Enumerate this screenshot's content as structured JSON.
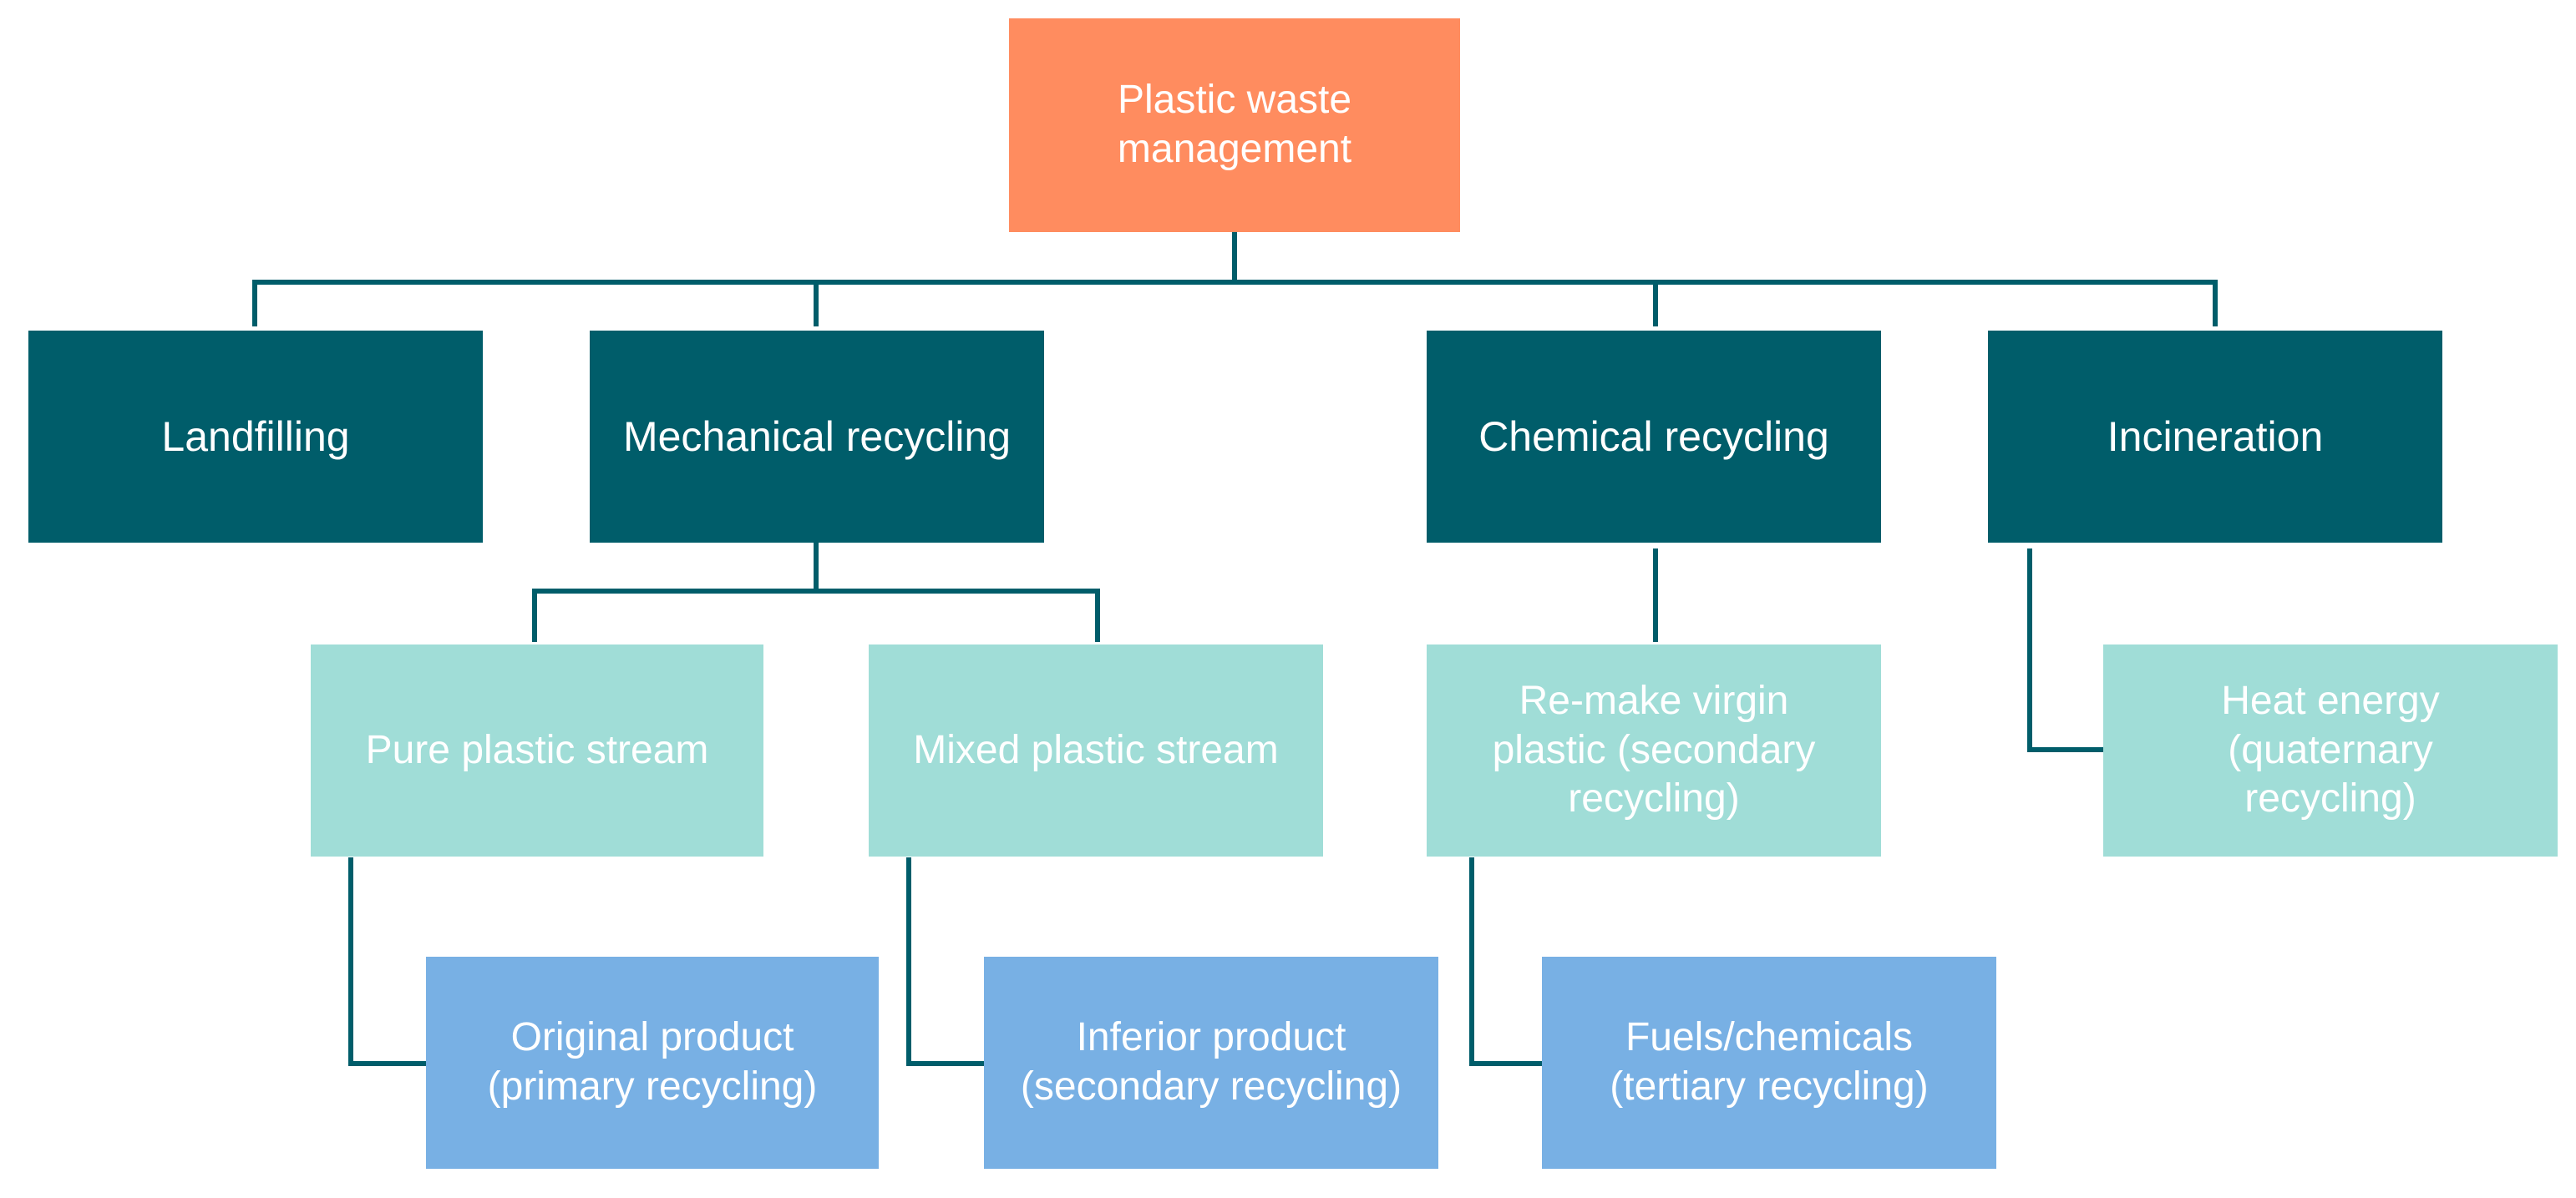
{
  "colors": {
    "root_fill": "#ff8c5f",
    "level1_fill": "#005d6a",
    "level2_fill": "#a0ddd7",
    "level3_fill": "#78b0e4",
    "connector": "#005d6a",
    "text": "#ffffff"
  },
  "root": {
    "label": "Plastic waste\nmanagement"
  },
  "level1": {
    "landfilling": "Landfilling",
    "mechanical": "Mechanical recycling",
    "chemical": "Chemical recycling",
    "incineration": "Incineration"
  },
  "level2": {
    "pure_stream": "Pure plastic stream",
    "mixed_stream": "Mixed plastic stream",
    "remake_virgin": "Re-make virgin\nplastic (secondary\nrecycling)",
    "heat_energy": "Heat energy\n(quaternary\nrecycling)"
  },
  "level3": {
    "original_product": "Original product\n(primary recycling)",
    "inferior_product": "Inferior product\n(secondary recycling)",
    "fuels_chemicals": "Fuels/chemicals\n(tertiary recycling)"
  }
}
